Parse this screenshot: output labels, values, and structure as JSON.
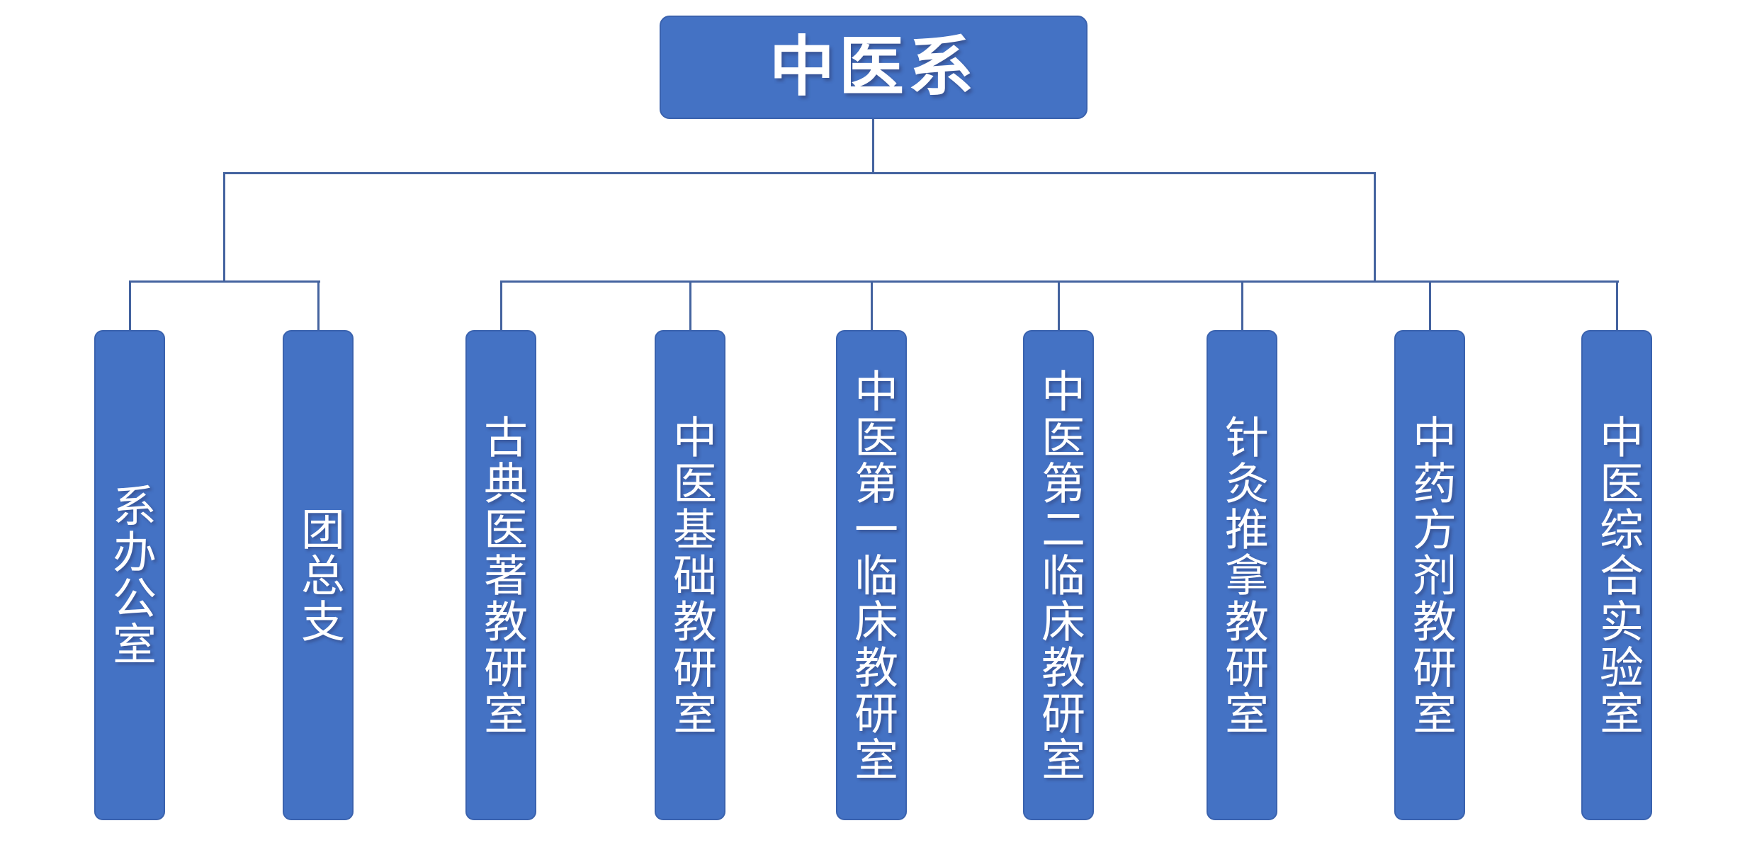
{
  "org": {
    "root": {
      "label": "中医系"
    },
    "groups": [
      {
        "children": [
          {
            "label": "系办公室"
          },
          {
            "label": "团总支"
          }
        ]
      },
      {
        "children": [
          {
            "label": "古典医著教研室"
          },
          {
            "label": "中医基础教研室"
          },
          {
            "label": "中医第一临床教研室"
          },
          {
            "label": "中医第二临床教研室"
          },
          {
            "label": "针灸推拿教研室"
          },
          {
            "label": "中药方剂教研室"
          },
          {
            "label": "中医综合实验室"
          }
        ]
      }
    ]
  },
  "colors": {
    "page_bg": "#ffffff",
    "box_fill": "#4472c4",
    "box_border": "#3a62ae",
    "line": "#44639f",
    "text": "#ffffff"
  }
}
